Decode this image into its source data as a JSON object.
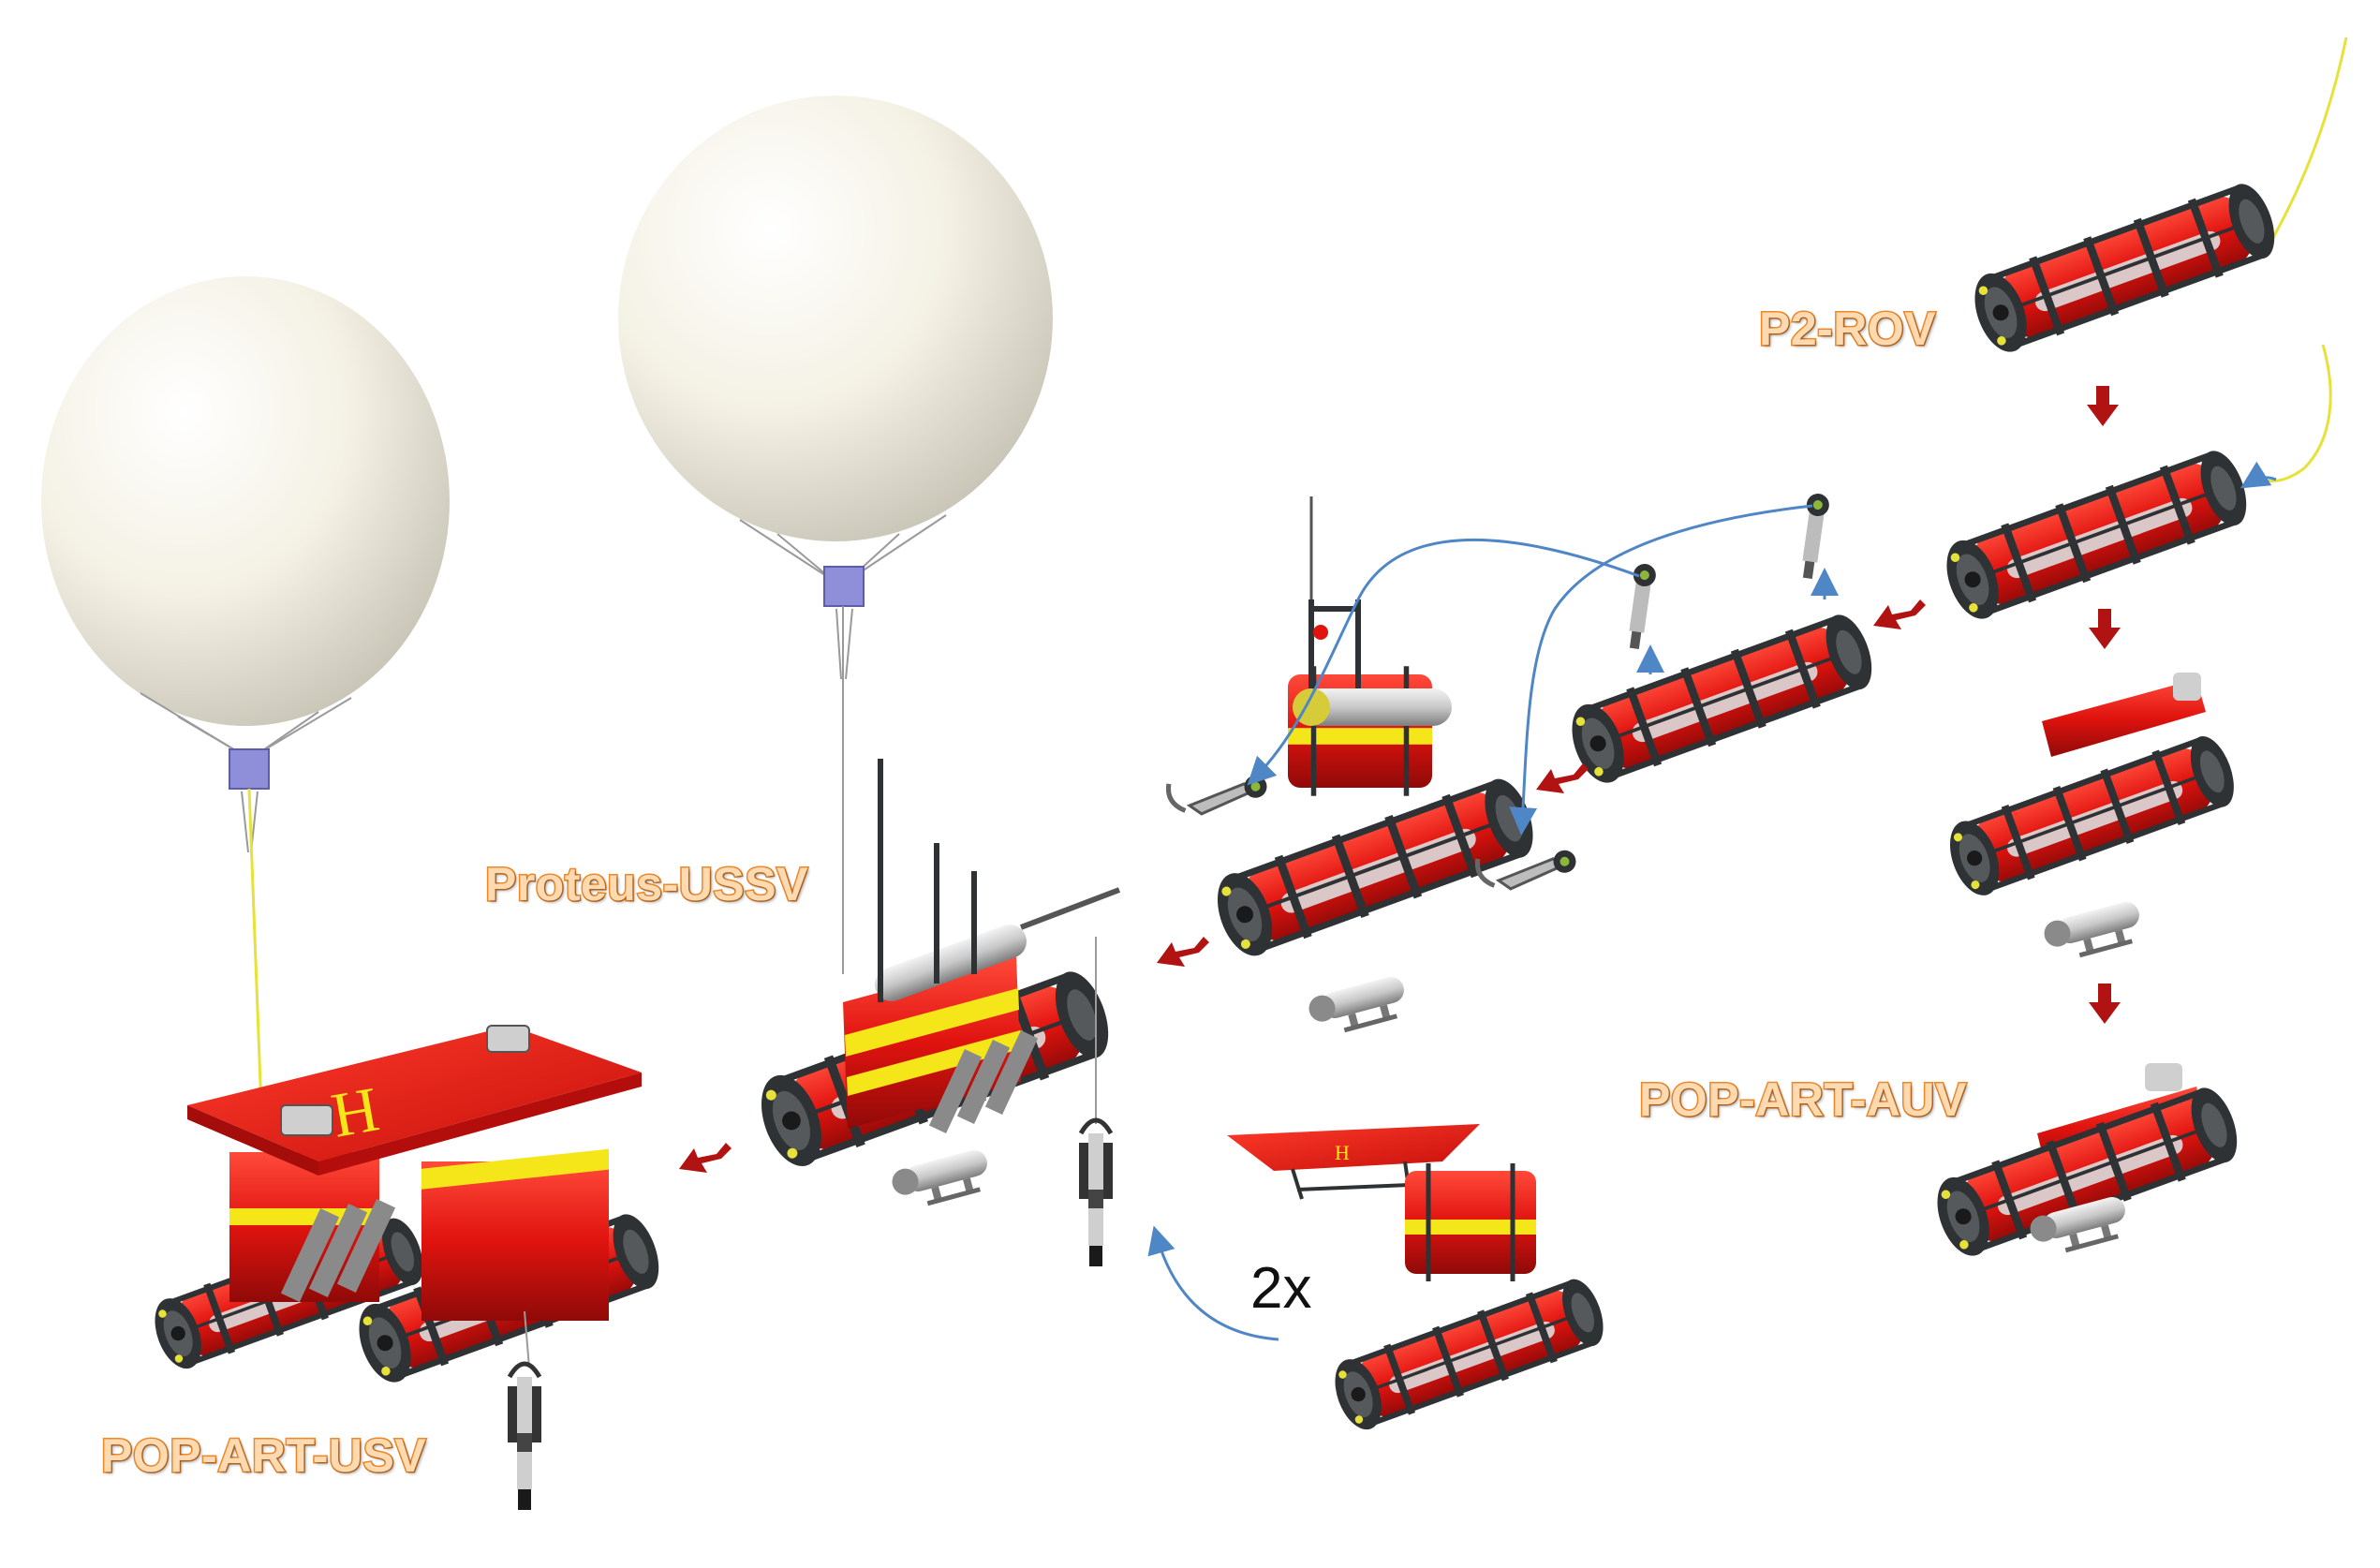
{
  "labels": {
    "p2_rov": "P2-ROV",
    "proteus_ussv": "Proteus-USSV",
    "pop_art_auv": "POP-ART-AUV",
    "pop_art_usv": "POP-ART-USV",
    "multiplier": "2x"
  },
  "colors": {
    "hull_red": "#e0130f",
    "stripe_yellow": "#f5e61a",
    "frame_dark": "#2f3234",
    "balloon_white": "#f6f3e8",
    "payload_lavender": "#8e8fd8",
    "arrow_red": "#b11212",
    "arrow_blue": "#4f86c6",
    "tether_yellow": "#e7e23a",
    "label_orange": "#f08a2a"
  },
  "icons": [
    "weather-balloon",
    "rov-vehicle",
    "auv-module",
    "sensor-probe",
    "helipad-deck",
    "flow-arrow"
  ]
}
